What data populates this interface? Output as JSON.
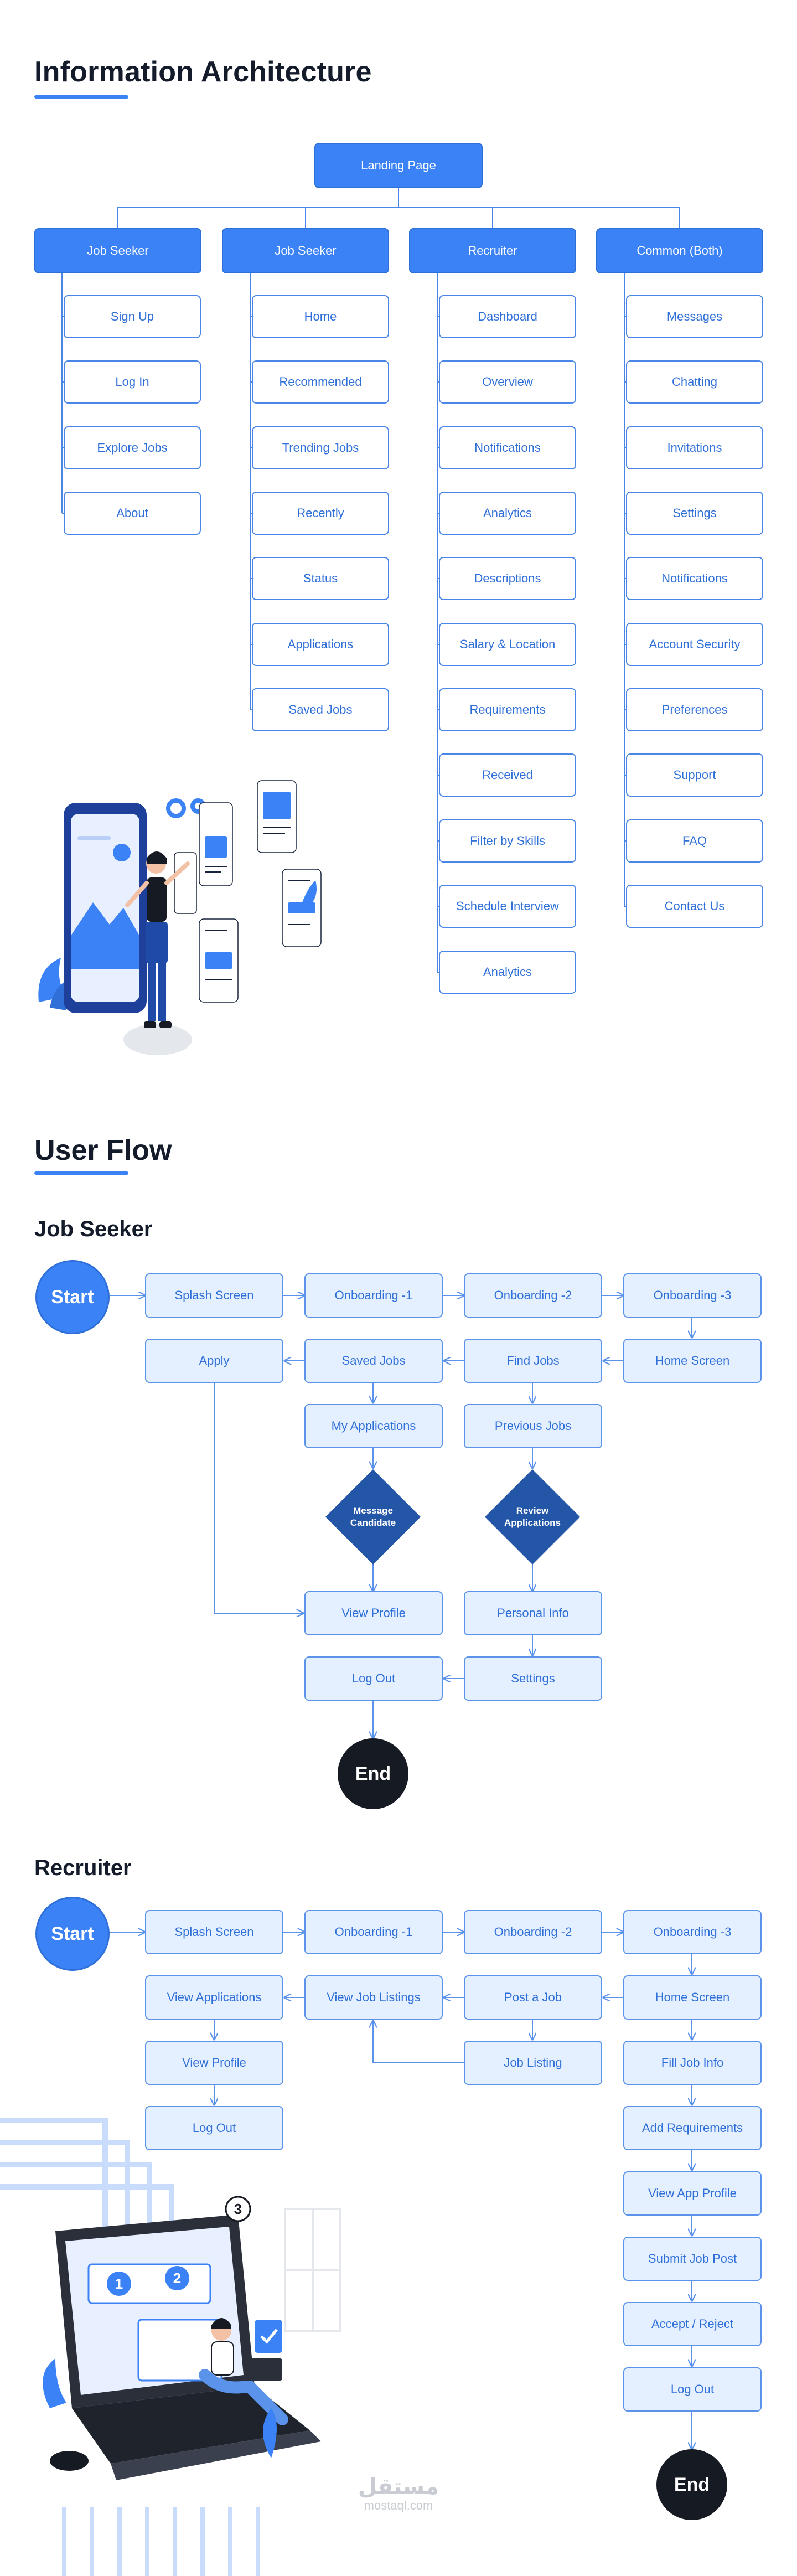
{
  "ia": {
    "title": "Information Architecture",
    "root": "Landing Page",
    "columns": [
      {
        "label": "Job Seeker",
        "items": [
          "Sign Up",
          "Log In",
          "Explore Jobs",
          "About"
        ]
      },
      {
        "label": "Job Seeker",
        "items": [
          "Home",
          "Recommended",
          "Trending Jobs",
          "Recently",
          "Status",
          "Applications",
          "Saved Jobs"
        ]
      },
      {
        "label": "Recruiter",
        "items": [
          "Dashboard",
          "Overview",
          "Notifications",
          "Analytics",
          "Descriptions",
          "Salary & Location",
          "Requirements",
          "Received",
          "Filter by Skills",
          "Schedule Interview",
          "Analytics"
        ]
      },
      {
        "label": "Common (Both)",
        "items": [
          "Messages",
          "Chatting",
          "Invitations",
          "Settings",
          "Notifications",
          "Account Security",
          "Preferences",
          "Support",
          "FAQ",
          "Contact Us"
        ]
      }
    ]
  },
  "userflow": {
    "title": "User Flow",
    "start": "Start",
    "end": "End",
    "job_seeker": {
      "title": "Job Seeker",
      "row1": [
        "Splash Screen",
        "Onboarding -1",
        "Onboarding -2",
        "Onboarding -3"
      ],
      "row2": [
        "Apply",
        "Saved Jobs",
        "Find Jobs",
        "Home Screen"
      ],
      "row3": [
        "My Applications",
        "Previous Jobs"
      ],
      "diamonds": [
        "Message Candidate",
        "Review Applications"
      ],
      "row4": [
        "View Profile",
        "Personal Info"
      ],
      "row5": [
        "Log Out",
        "Settings"
      ]
    },
    "recruiter": {
      "title": "Recruiter",
      "row1": [
        "Splash Screen",
        "Onboarding -1",
        "Onboarding -2",
        "Onboarding -3"
      ],
      "row2": [
        "View Applications",
        "View Job Listings",
        "Post a Job",
        "Home Screen"
      ],
      "left_col": [
        "View Profile",
        "Log Out"
      ],
      "job_listing": "Job Listing",
      "right_col": [
        "Fill Job Info",
        "Add Requirements",
        "View App Profile",
        "Submit Job Post",
        "Accept / Reject",
        "Log Out"
      ]
    }
  },
  "watermark": {
    "arabic": "مستقل",
    "latin": "mostaql.com"
  },
  "colors": {
    "accent": "#3b82f6",
    "accent_dark": "#2f6fd8",
    "light_fill": "#e4efff",
    "dark": "#161a22"
  }
}
